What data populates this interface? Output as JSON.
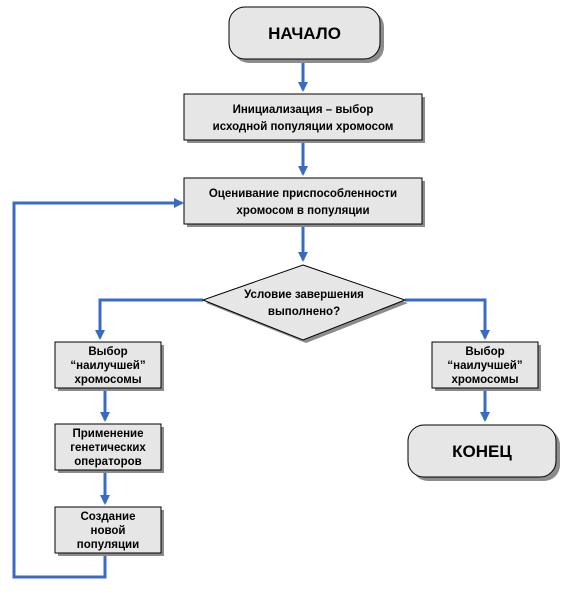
{
  "flowchart": {
    "start": {
      "label": "НАЧАЛО"
    },
    "init": {
      "lines": [
        "Инициализация – выбор",
        "исходной популяции хромосом"
      ]
    },
    "evaluate": {
      "lines": [
        "Оценивание приспособленности",
        "хромосом в популяции"
      ]
    },
    "condition": {
      "lines": [
        "Условие завершения",
        "выполнено?"
      ]
    },
    "select_left": {
      "lines": [
        "Выбор",
        "“наилучшей”",
        "хромосомы"
      ]
    },
    "apply_ops": {
      "lines": [
        "Применение",
        "генетических",
        "операторов"
      ]
    },
    "new_pop": {
      "lines": [
        "Создание",
        "новой",
        "популяции"
      ]
    },
    "select_right": {
      "lines": [
        "Выбор",
        "“наилучшей”",
        "хромосомы"
      ]
    },
    "end": {
      "label": "КОНЕЦ"
    }
  },
  "colors": {
    "box_fill": "#e6e6e6",
    "terminal_fill": "#e6e6e6",
    "border": "#000000",
    "arrow": "#3a6bc4",
    "shadow": "#8c8c8c"
  }
}
